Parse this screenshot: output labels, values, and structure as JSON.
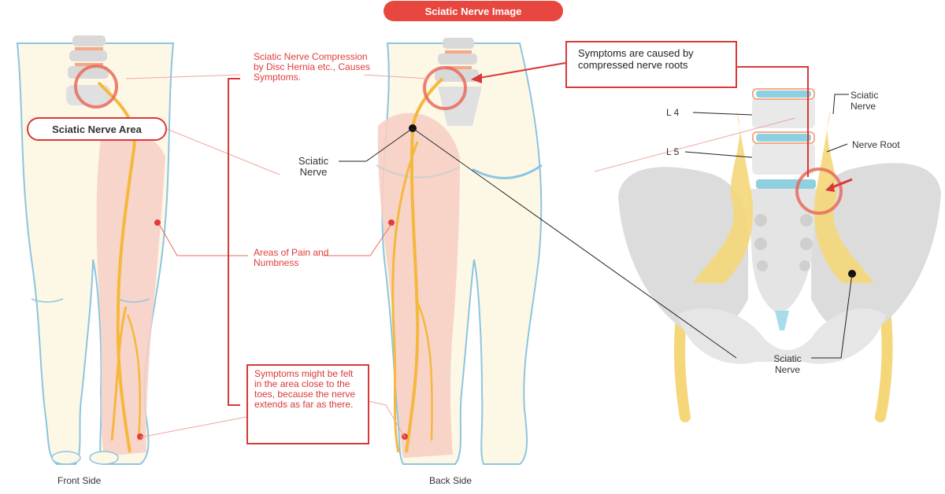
{
  "title": "Sciatic Nerve Image",
  "labels": {
    "compression": "Sciatic Nerve Compression by Disc Hernia etc., Causes Symptoms.",
    "sciatic_nerve_area": "Sciatic Nerve Area",
    "sciatic_nerve_center": "Sciatic Nerve",
    "areas_pain": "Areas of Pain and Numbness",
    "symptoms_toes": "Symptoms might be felt in the area close to the toes, because the nerve extends as far as there.",
    "symptoms_roots": "Symptoms are caused by compressed nerve roots",
    "l4": "L 4",
    "l5": "L 5",
    "sciatic_nerve_right": "Sciatic Nerve",
    "nerve_root": "Nerve Root",
    "sciatic_nerve_bottom": "Sciatic Nerve",
    "front_side": "Front Side",
    "back_side": "Back Side"
  },
  "colors": {
    "accent_red": "#e23b3b",
    "nerve_yellow": "#f5b83d",
    "pain_pink": "#f7cfc4",
    "skin": "#fdf8e6",
    "outline_blue": "#8cc5e0",
    "bone_gray": "#d9d9d9"
  }
}
